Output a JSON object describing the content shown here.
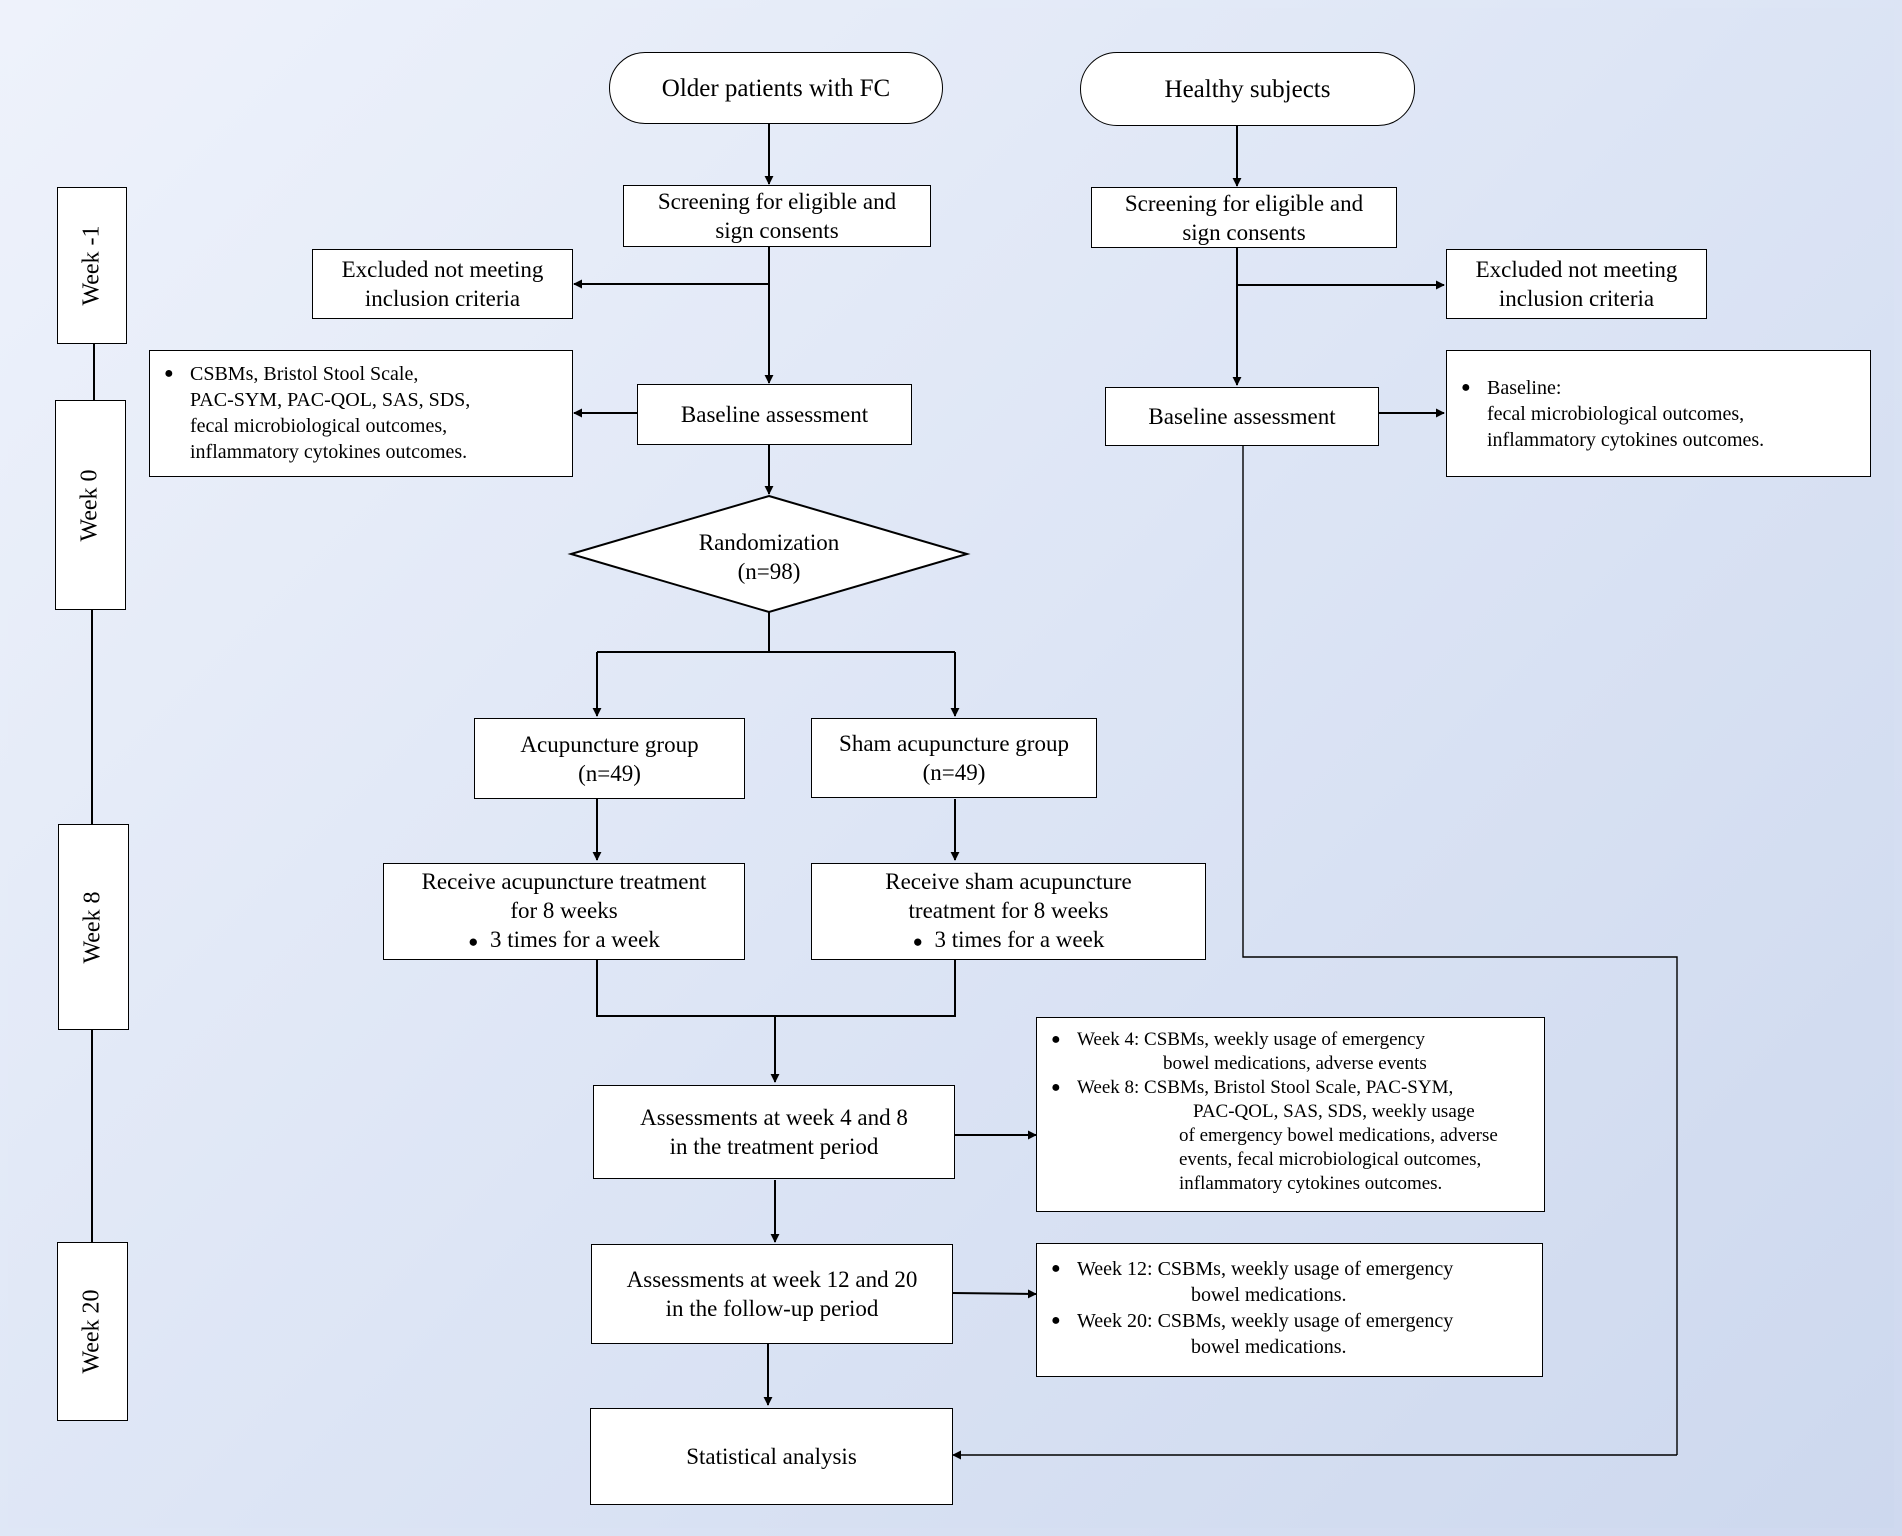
{
  "weeks": [
    "Week -1",
    "Week 0",
    "Week 8",
    "Week 20"
  ],
  "fc": {
    "start": "Older patients with FC",
    "screening": [
      "Screening for eligible and",
      "sign consents"
    ],
    "excluded": [
      "Excluded not meeting",
      "inclusion criteria"
    ],
    "baseline": "Baseline assessment",
    "baseline_note": [
      "CSBMs, Bristol Stool Scale,",
      "PAC-SYM, PAC-QOL, SAS, SDS,",
      "fecal microbiological outcomes,",
      "inflammatory cytokines outcomes."
    ],
    "randomization": "Randomization",
    "randomization_n": "(n=98)",
    "acupuncture_group": [
      "Acupuncture group",
      "(n=49)"
    ],
    "sham_group": [
      "Sham acupuncture group",
      "(n=49)"
    ],
    "acupuncture_treatment": [
      "Receive acupuncture treatment",
      "for 8 weeks",
      "3 times for a week"
    ],
    "sham_treatment": [
      "Receive sham acupuncture",
      "treatment for 8 weeks",
      "3 times for a week"
    ],
    "assess_treatment": [
      "Assessments at week 4 and 8",
      "in the treatment period"
    ],
    "assess_treatment_note": {
      "week4_head": "Week 4: CSBMs, weekly usage of  emergency",
      "week4_cont": "bowel medications, adverse events",
      "week8_head": "Week 8: CSBMs, Bristol Stool Scale, PAC-SYM,",
      "week8_cont": [
        "PAC-QOL, SAS, SDS, weekly usage",
        "of emergency bowel  medications, adverse",
        "events, fecal microbiological outcomes,",
        "inflammatory cytokines outcomes."
      ]
    },
    "assess_followup": [
      "Assessments at week 12 and 20",
      "in the follow-up period"
    ],
    "assess_followup_note": {
      "week12_head": "Week 12: CSBMs, weekly usage of  emergency",
      "week12_cont": "bowel medications.",
      "week20_head": "Week 20: CSBMs, weekly usage of  emergency",
      "week20_cont": "bowel medications."
    },
    "statistical": "Statistical analysis"
  },
  "healthy": {
    "start": "Healthy subjects",
    "screening": [
      "Screening for eligible and",
      "sign consents"
    ],
    "excluded": [
      "Excluded not meeting",
      "inclusion criteria"
    ],
    "baseline": "Baseline assessment",
    "baseline_note": [
      "Baseline:",
      "fecal microbiological outcomes,",
      "inflammatory cytokines outcomes."
    ]
  }
}
